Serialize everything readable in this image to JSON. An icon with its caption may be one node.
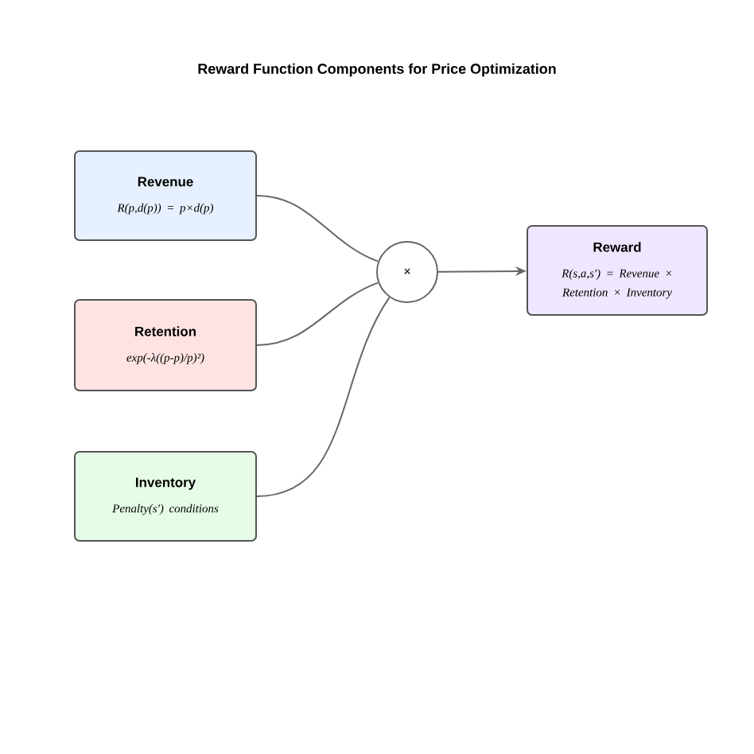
{
  "diagram": {
    "title": "Reward Function Components for Price Optimization",
    "nodes": [
      {
        "text": [
          "Revenue",
          "R(p,d(p)) = p×d(p)"
        ]
      },
      {
        "text": [
          "Retention",
          "exp(-λ((p-p)/p)²)"
        ]
      },
      {
        "text": [
          "Inventory",
          "Penalty(s') conditions"
        ]
      },
      {
        "text": [
          "×"
        ]
      },
      {
        "text": [
          "Reward",
          "R(s,a,s') = Revenue × Retention × Inventory"
        ]
      }
    ],
    "edges": [
      {
        "from": 0,
        "to": 3,
        "arrow": "none"
      },
      {
        "from": 1,
        "to": 3,
        "arrow": "none"
      },
      {
        "from": 2,
        "to": 3,
        "arrow": "none"
      },
      {
        "from": 3,
        "to": 4,
        "arrow": "to"
      }
    ]
  }
}
